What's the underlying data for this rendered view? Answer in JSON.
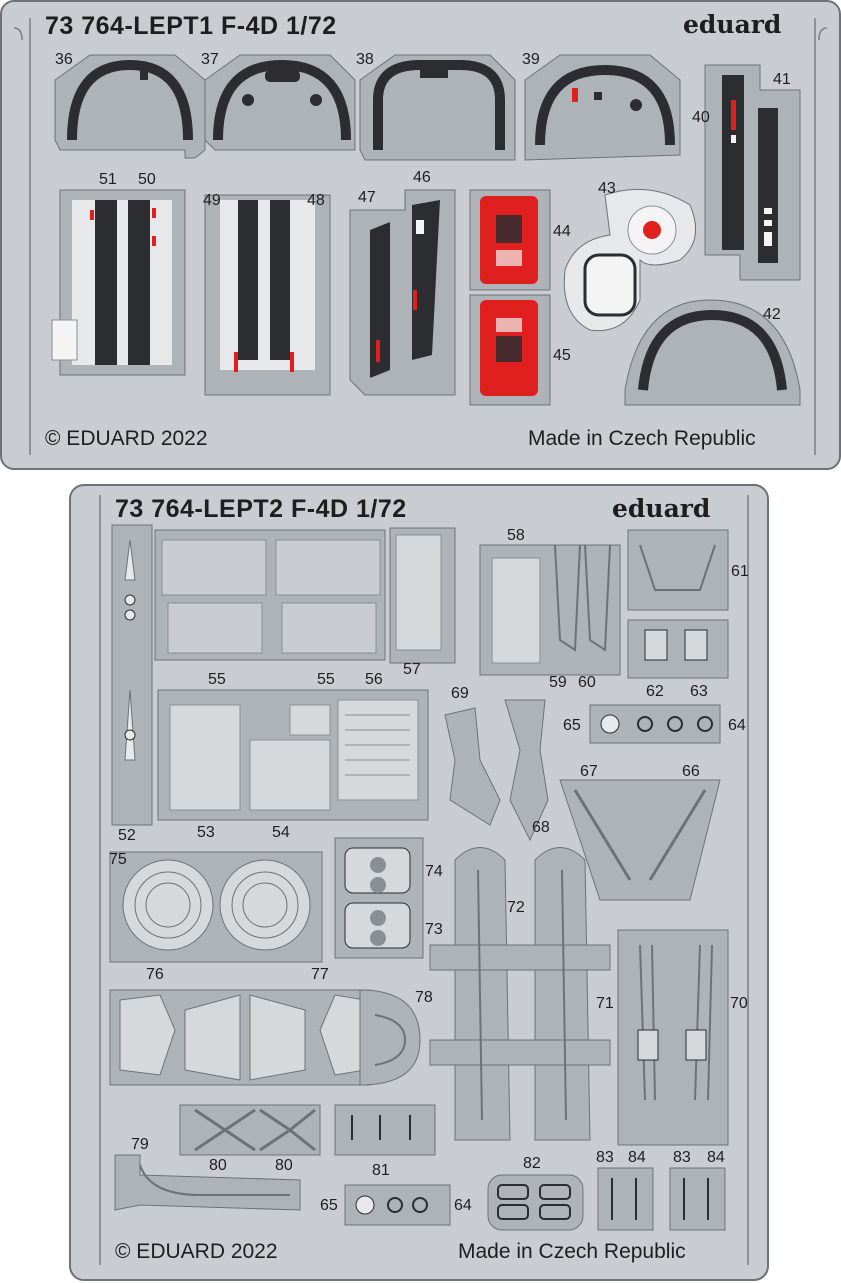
{
  "fret1": {
    "title": "73 764-LEPT1  F-4D    1/72",
    "brand": "eduard",
    "copyright": "© EDUARD 2022",
    "origin": "Made in Czech Republic",
    "parts": [
      "36",
      "37",
      "38",
      "39",
      "40",
      "41",
      "42",
      "43",
      "44",
      "45",
      "46",
      "47",
      "48",
      "49",
      "50",
      "51"
    ]
  },
  "fret2": {
    "title": "73 764-LEPT2  F-4D    1/72",
    "brand": "eduard",
    "copyright": "© EDUARD 2022",
    "origin": "Made in Czech Republic",
    "parts": [
      "52",
      "53",
      "54",
      "55",
      "55",
      "56",
      "57",
      "58",
      "59",
      "60",
      "61",
      "62",
      "63",
      "64",
      "64",
      "65",
      "65",
      "66",
      "67",
      "68",
      "69",
      "70",
      "71",
      "72",
      "73",
      "74",
      "75",
      "76",
      "77",
      "78",
      "79",
      "80",
      "80",
      "81",
      "82",
      "83",
      "84",
      "83",
      "84"
    ]
  },
  "colors": {
    "fret_gray": "#c9cdd1",
    "part_gray": "#aeb3b8",
    "outline": "#6d7277",
    "black_paint": "#2b2d30",
    "red_paint": "#e0201f",
    "white": "#f4f4f4"
  }
}
